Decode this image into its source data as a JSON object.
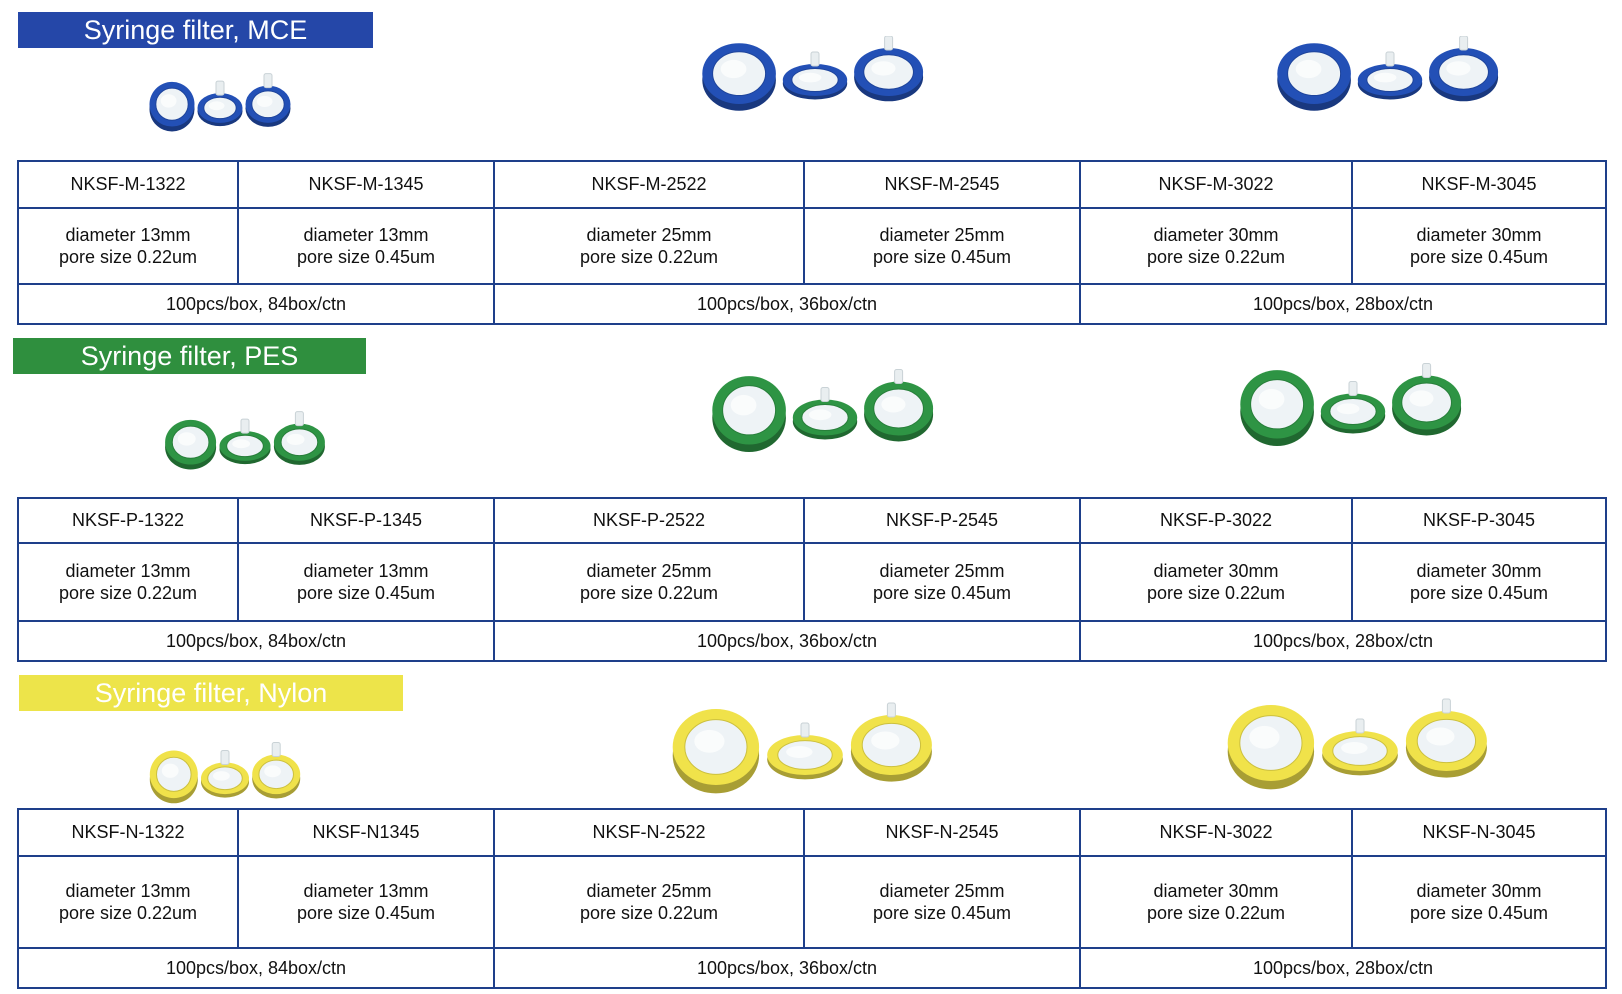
{
  "colors": {
    "table_border": "#1e3f8a",
    "mce": "#2f56b0",
    "pes": "#2f9a4a",
    "nylon": "#ecdf45"
  },
  "sections": [
    {
      "key": "mce",
      "title": "Syringe filter, MCE",
      "banner_color": "#2547a8",
      "disc_color": "#2350b6",
      "models": [
        "NKSF-M-1322",
        "NKSF-M-1345",
        "NKSF-M-2522",
        "NKSF-M-2545",
        "NKSF-M-3022",
        "NKSF-M-3045"
      ],
      "diameters": [
        "diameter 13mm",
        "diameter 13mm",
        "diameter 25mm",
        "diameter 25mm",
        "diameter 30mm",
        "diameter 30mm"
      ],
      "pores": [
        "pore size 0.22um",
        "pore size 0.45um",
        "pore size 0.22um",
        "pore size 0.45um",
        "pore size 0.22um",
        "pore size 0.45um"
      ],
      "packing": [
        "100pcs/box, 84box/ctn",
        "100pcs/box, 36box/ctn",
        "100pcs/box, 28box/ctn"
      ]
    },
    {
      "key": "pes",
      "title": "Syringe filter, PES",
      "banner_color": "#2f8f3e",
      "disc_color": "#2e9444",
      "models": [
        "NKSF-P-1322",
        "NKSF-P-1345",
        "NKSF-P-2522",
        "NKSF-P-2545",
        "NKSF-P-3022",
        "NKSF-P-3045"
      ],
      "diameters": [
        "diameter 13mm",
        "diameter 13mm",
        "diameter 25mm",
        "diameter 25mm",
        "diameter 30mm",
        "diameter 30mm"
      ],
      "pores": [
        "pore size 0.22um",
        "pore size 0.45um",
        "pore size 0.22um",
        "pore size 0.45um",
        "pore size 0.22um",
        "pore size 0.45um"
      ],
      "packing": [
        "100pcs/box, 84box/ctn",
        "100pcs/box, 36box/ctn",
        "100pcs/box, 28box/ctn"
      ]
    },
    {
      "key": "nylon",
      "title": "Syringe filter, Nylon",
      "banner_color": "#ede44a",
      "disc_color": "#f0e24a",
      "models": [
        "NKSF-N-1322",
        "NKSF-N1345",
        "NKSF-N-2522",
        "NKSF-N-2545",
        "NKSF-N-3022",
        "NKSF-N-3045"
      ],
      "diameters": [
        "diameter 13mm",
        "diameter 13mm",
        "diameter 25mm",
        "diameter 25mm",
        "diameter 30mm",
        "diameter 30mm"
      ],
      "pores": [
        "pore size 0.22um",
        "pore size 0.45um",
        "pore size 0.22um",
        "pore size 0.45um",
        "pore size 0.22um",
        "pore size 0.45um"
      ],
      "packing": [
        "100pcs/box, 84box/ctn",
        "100pcs/box, 36box/ctn",
        "100pcs/box, 28box/ctn"
      ]
    }
  ]
}
